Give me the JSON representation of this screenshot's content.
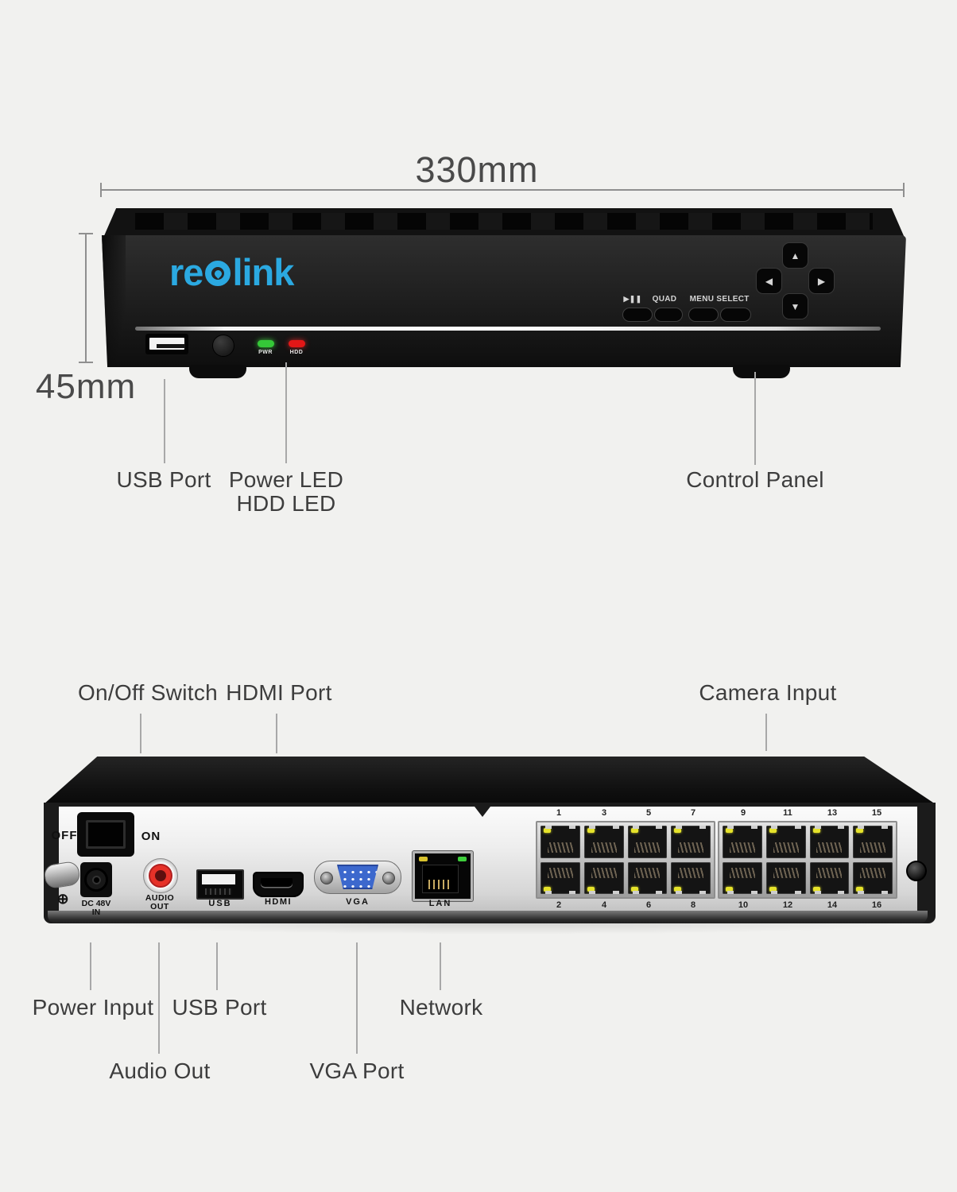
{
  "dimensions": {
    "width_label": "330mm",
    "height_label": "45mm"
  },
  "front_view": {
    "logo": {
      "prefix": "re",
      "suffix": "link",
      "color": "#2ba9e1"
    },
    "leds": {
      "pwr": "PWR",
      "hdd": "HDD",
      "pwr_color": "#35c838",
      "hdd_color": "#e31717"
    },
    "controls": {
      "play_pause": "▶❚❚",
      "quad": "QUAD",
      "menu": "MENU",
      "select": "SELECT",
      "up": "▲",
      "down": "▼",
      "left": "◀",
      "right": "▶"
    },
    "callouts": {
      "usb": "USB Port",
      "power_led": "Power LED",
      "hdd_led": "HDD LED",
      "control_panel": "Control Panel"
    }
  },
  "back_view": {
    "switch": {
      "off": "OFF",
      "on": "ON"
    },
    "ground_symbol": "⊕",
    "port_labels": {
      "dc_line1": "DC 48V",
      "dc_line2": "IN",
      "audio_line1": "AUDIO",
      "audio_line2": "OUT",
      "usb": "USB",
      "hdmi": "HDMI",
      "vga": "VGA",
      "lan": "LAN"
    },
    "port_numbers_top": [
      "1",
      "3",
      "5",
      "7",
      "9",
      "11",
      "13",
      "15"
    ],
    "port_numbers_bottom": [
      "2",
      "4",
      "6",
      "8",
      "10",
      "12",
      "14",
      "16"
    ],
    "callouts": {
      "on_off": "On/Off Switch",
      "hdmi": "HDMI Port",
      "camera": "Camera Input",
      "power": "Power Input",
      "usb": "USB Port",
      "network": "Network",
      "audio": "Audio Out",
      "vga": "VGA Port"
    }
  },
  "colors": {
    "accent_blue": "#2ba9e1",
    "led_green": "#35c838",
    "led_red": "#e31717",
    "port_led_yellow": "#e6e32b",
    "lan_led_yellow": "#d8c22e",
    "lan_led_green": "#3ecf3c",
    "vga_blue": "#3c68cd"
  }
}
